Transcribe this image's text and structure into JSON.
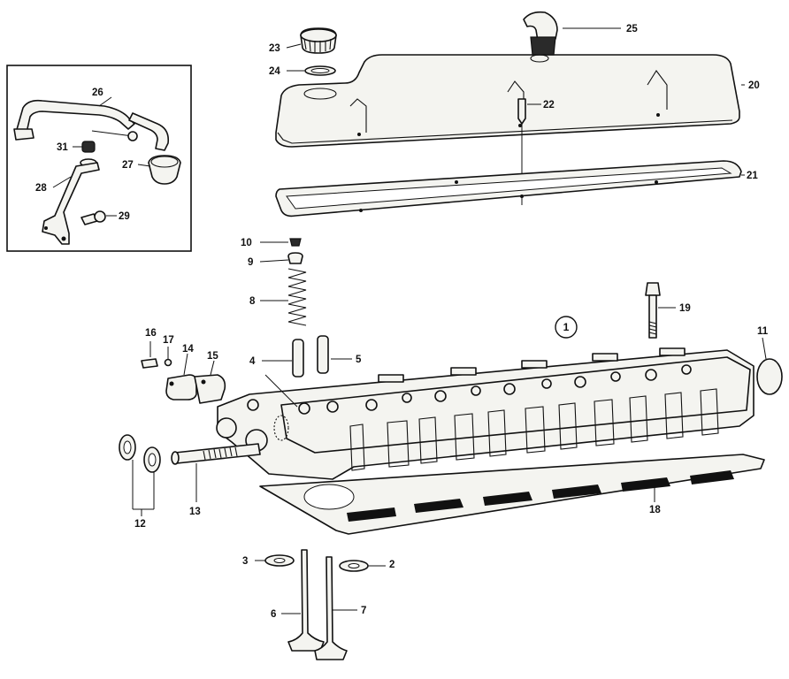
{
  "diagram": {
    "assembly_ref": "1",
    "callouts": [
      {
        "id": "c2",
        "text": "2"
      },
      {
        "id": "c3",
        "text": "3"
      },
      {
        "id": "c4",
        "text": "4"
      },
      {
        "id": "c5",
        "text": "5"
      },
      {
        "id": "c6",
        "text": "6"
      },
      {
        "id": "c7",
        "text": "7"
      },
      {
        "id": "c8",
        "text": "8"
      },
      {
        "id": "c9",
        "text": "9"
      },
      {
        "id": "c10",
        "text": "10"
      },
      {
        "id": "c11",
        "text": "11"
      },
      {
        "id": "c12",
        "text": "12"
      },
      {
        "id": "c13",
        "text": "13"
      },
      {
        "id": "c14",
        "text": "14"
      },
      {
        "id": "c15",
        "text": "15"
      },
      {
        "id": "c16",
        "text": "16"
      },
      {
        "id": "c17",
        "text": "17"
      },
      {
        "id": "c18",
        "text": "18"
      },
      {
        "id": "c19",
        "text": "19"
      },
      {
        "id": "c20",
        "text": "20"
      },
      {
        "id": "c21",
        "text": "21"
      },
      {
        "id": "c22",
        "text": "22"
      },
      {
        "id": "c23",
        "text": "23"
      },
      {
        "id": "c24",
        "text": "24"
      },
      {
        "id": "c25",
        "text": "25"
      },
      {
        "id": "c26",
        "text": "26"
      },
      {
        "id": "c27",
        "text": "27"
      },
      {
        "id": "c28",
        "text": "28"
      },
      {
        "id": "c29",
        "text": "29"
      },
      {
        "id": "c31",
        "text": "31"
      }
    ]
  }
}
